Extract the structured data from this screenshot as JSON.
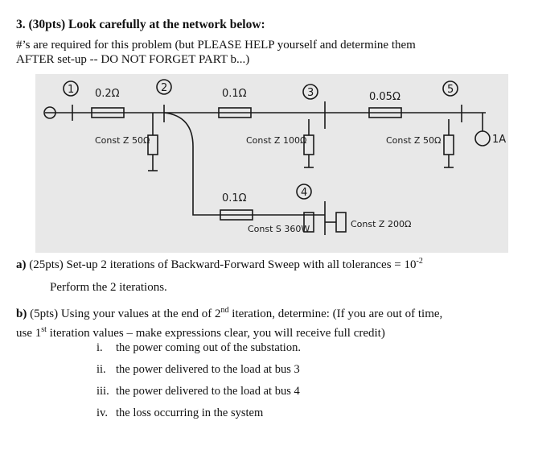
{
  "problem": {
    "title": "3. (30pts) Look carefully at the network below:",
    "intro_line1": "#’s are required for this problem (but PLEASE HELP yourself and determine them",
    "intro_line2": "AFTER set-up -- DO NOT FORGET PART b...)"
  },
  "diagram": {
    "bus_labels": [
      "1",
      "2",
      "3",
      "4",
      "5"
    ],
    "line_impedances": [
      "0.2Ω",
      "0.1Ω",
      "0.05Ω",
      "0.1Ω"
    ],
    "loads": {
      "bus2": "Const Z 50Ω",
      "bus3": "Const Z 100Ω",
      "bus5": "Const Z 50Ω",
      "bus4_s": "Const S 360W",
      "bus4_z": "Const Z 200Ω"
    },
    "source_current": "1A"
  },
  "part_a": {
    "label": "a)",
    "text_before_exp": " (25pts) Set-up 2 iterations of Backward-Forward Sweep with all tolerances = 10",
    "exponent": "-2",
    "sub": "Perform the 2 iterations."
  },
  "part_b": {
    "label": "b)",
    "text_1": " (5pts) Using your values at the end of 2",
    "sup_1": "nd",
    "text_2": " iteration, determine:   (If you are out of time,",
    "text_3": "use 1",
    "sup_2": "st",
    "text_4": " iteration values – make expressions clear, you will receive full credit)",
    "items": [
      {
        "num": "i.",
        "text": "the power coming out of the substation."
      },
      {
        "num": "ii.",
        "text": "the power delivered to the load at bus 3"
      },
      {
        "num": "iii.",
        "text": "the power delivered to the load at bus 4"
      },
      {
        "num": "iv.",
        "text": "the loss occurring in the system"
      }
    ]
  }
}
